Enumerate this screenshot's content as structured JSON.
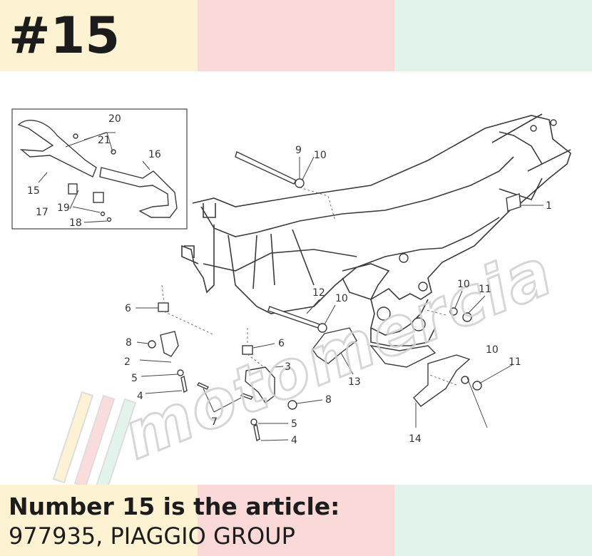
{
  "heading": "#15",
  "caption": {
    "line1": "Number 15 is the article:",
    "line2": "977935, PIAGGIO GROUP"
  },
  "colors": {
    "band_yellow": "#fdf3d3",
    "band_pink": "#fbd9d8",
    "band_mint": "#e2f3ec",
    "watermark_stroke": "#cfcfcf"
  },
  "watermark": "motomercia",
  "diagram": {
    "callouts": [
      "1",
      "2",
      "3",
      "4",
      "4",
      "5",
      "5",
      "6",
      "6",
      "7",
      "8",
      "8",
      "9",
      "10",
      "10",
      "10",
      "10",
      "11",
      "11",
      "12",
      "13",
      "14",
      "15",
      "16",
      "17",
      "18",
      "19",
      "20",
      "21"
    ]
  }
}
